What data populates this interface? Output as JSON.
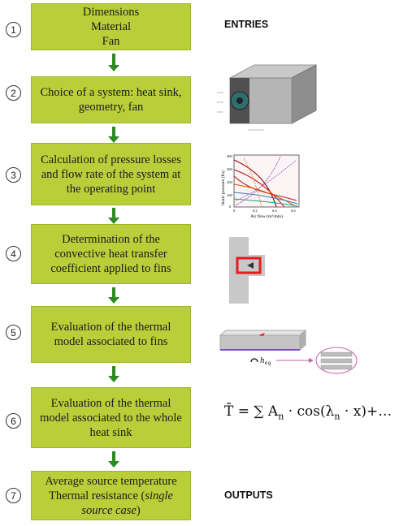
{
  "steps": [
    {
      "number": "1",
      "lines": [
        "Dimensions",
        "Material",
        "Fan"
      ]
    },
    {
      "number": "2",
      "lines": [
        "Choice of a system: heat sink,",
        "geometry, fan"
      ]
    },
    {
      "number": "3",
      "lines": [
        "Calculation of pressure losses",
        "and flow rate of the system at",
        "the operating point"
      ]
    },
    {
      "number": "4",
      "lines": [
        "Determination of the",
        "convective heat transfer",
        "coefficient applied to fins"
      ]
    },
    {
      "number": "5",
      "lines": [
        "Evaluation of the thermal",
        "model associated to fins"
      ]
    },
    {
      "number": "6",
      "lines": [
        "Evaluation of the thermal",
        "model associated to the whole",
        "heat sink"
      ]
    },
    {
      "number": "7",
      "lines": [
        "Average source temperature",
        "Thermal resistance (",
        "single",
        "source case",
        ")"
      ]
    }
  ],
  "labels": {
    "entries": "ENTRIES",
    "outputs": "OUTPUTS"
  },
  "chart": {
    "ylabel": "Static pressure (Pa)",
    "xlabel": "Air flow (m³/min)",
    "yticks": [
      "400",
      "300",
      "200",
      "100",
      "0"
    ],
    "xticks": [
      "0",
      "0.2",
      "0.4",
      "0.6"
    ]
  },
  "fin_label": {
    "symbol": "h",
    "sub": "eq"
  },
  "formula": {
    "lhs": "T̄ = ∑ A",
    "n1": "n",
    "mid": " · cos(λ",
    "n2": "n",
    "rhs": " · x)+…"
  },
  "colors": {
    "box": "#b9cf3a",
    "arrow": "#2e8b1f",
    "highlight": "#e11d1d"
  }
}
